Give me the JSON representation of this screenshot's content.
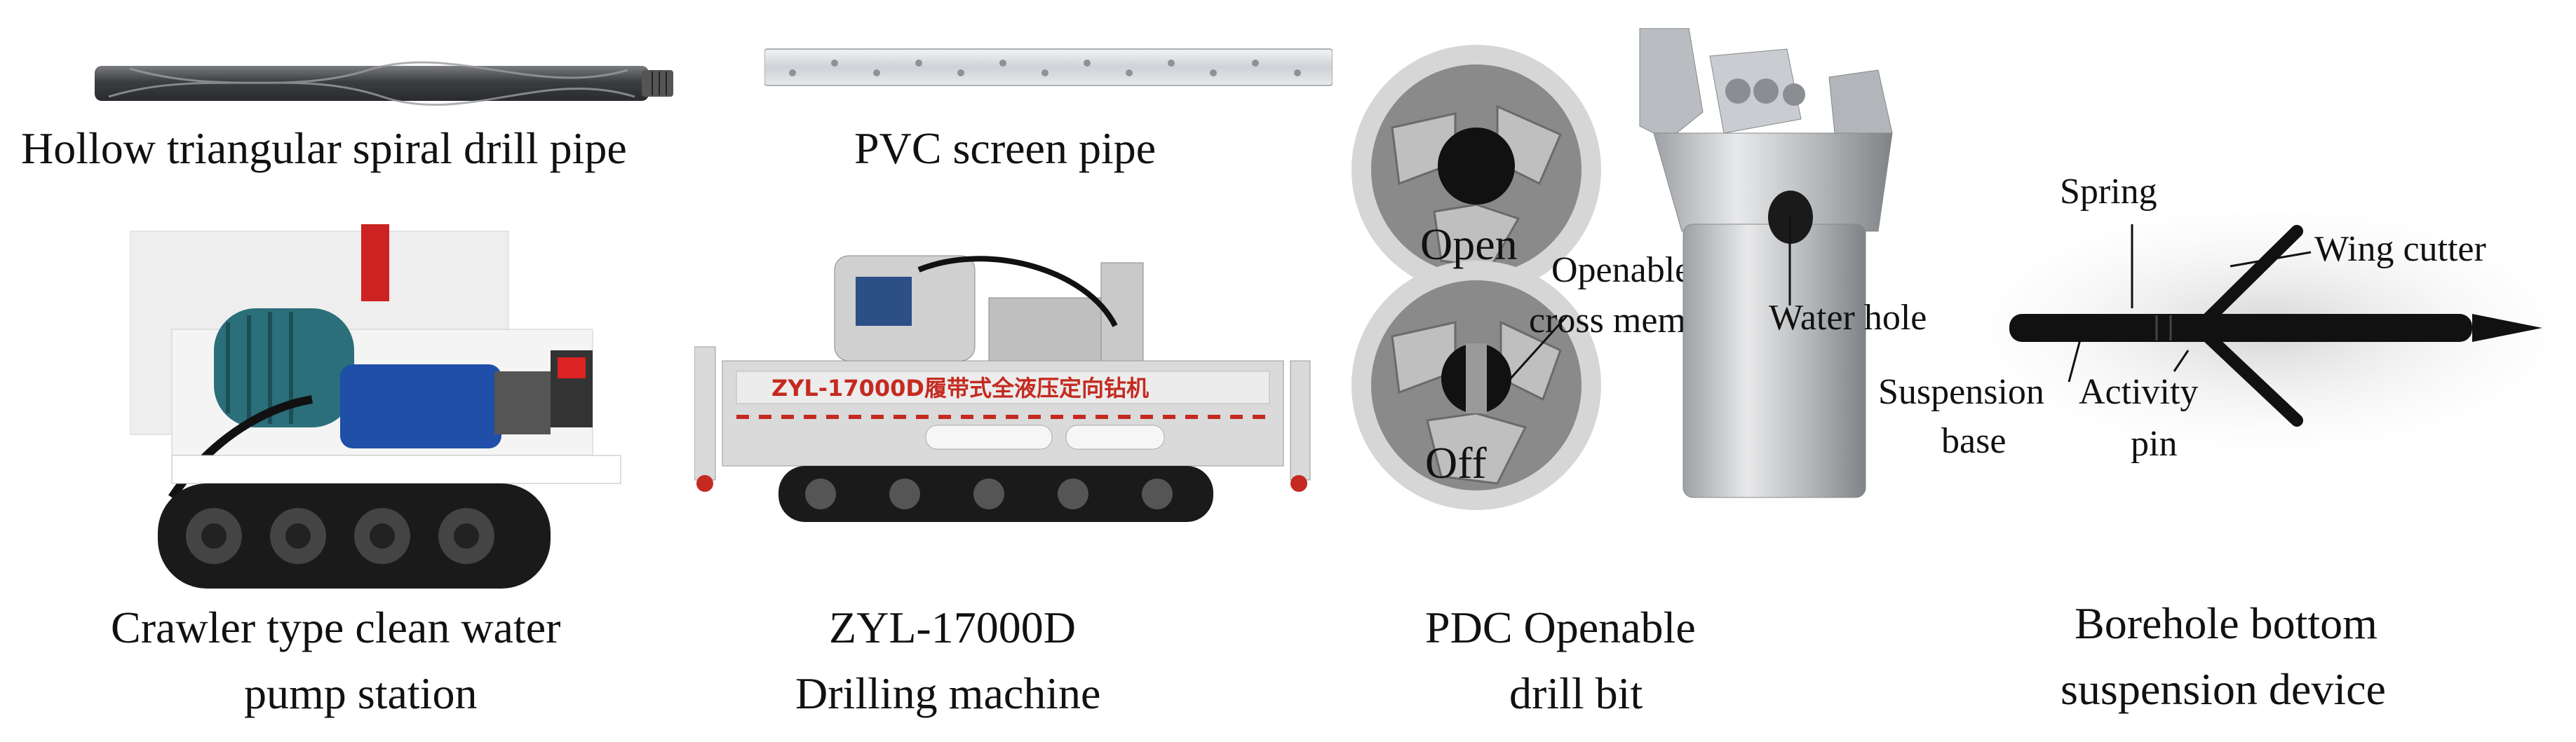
{
  "panels": {
    "drill_pipe": {
      "caption": "Hollow triangular spiral drill pipe",
      "icon": "spiral-drill-pipe"
    },
    "pvc_pipe": {
      "caption": "PVC screen pipe",
      "icon": "perforated-pipe"
    },
    "pump_station": {
      "caption_line1": "Crawler type clean water",
      "caption_line2": "pump station",
      "icon": "crawler-pump"
    },
    "drilling_machine": {
      "caption_line1": "ZYL-17000D",
      "caption_line2": "Drilling machine",
      "machine_plate": "ZYL-17000D履带式全液压定向钻机",
      "icon": "crawler-drill-rig"
    },
    "pdc_bit": {
      "caption_line1": "PDC Openable",
      "caption_line2": "drill bit",
      "label_open": "Open",
      "label_off": "Off",
      "label_openable_1": "Openable",
      "label_openable_2": "cross member",
      "label_water_hole": "Water hole",
      "icon": "pdc-bit"
    },
    "suspension_device": {
      "caption_line1": "Borehole bottom",
      "caption_line2": "suspension device",
      "label_spring": "Spring",
      "label_wing_cutter": "Wing cutter",
      "label_suspension_1": "Suspension",
      "label_suspension_2": "base",
      "label_activity_1": "Activity",
      "label_activity_2": "pin",
      "icon": "suspension-device"
    }
  },
  "colors": {
    "machine_gray": "#d8d8d8",
    "motor_teal": "#2a6f7a",
    "pump_blue": "#1f4fa8",
    "stripe_red": "#c42a20",
    "track_black": "#1a1a1a",
    "metal_silver": "#b9bcc0"
  }
}
